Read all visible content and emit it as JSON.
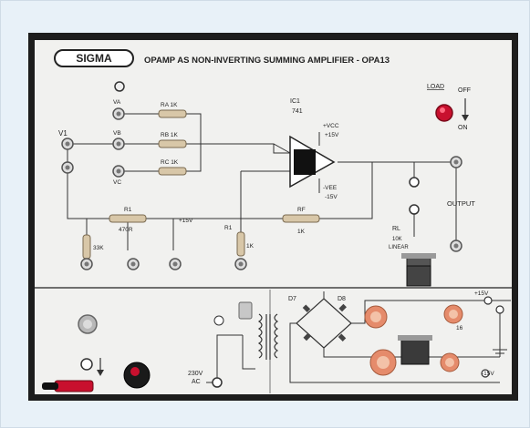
{
  "board": {
    "brand": "SIGMA",
    "title": "OPAMP AS NON-INVERTING SUMMING AMPLIFIER - OPA13"
  },
  "labels": {
    "v1": "V1",
    "va": "VA",
    "vb": "VB",
    "vc": "VC",
    "ra": "RA 1K",
    "rb": "RB 1K",
    "rc": "RC 1K",
    "ic": "IC1",
    "ic_part": "741",
    "vcc": "+VCC",
    "vcc_v": "+15V",
    "vee": "-VEE",
    "vee_v": "-15V",
    "r1": "R1",
    "r1_val": "1K",
    "rf": "RF",
    "rf_val": "1K",
    "r1b": "R1",
    "r1b_val": "470R",
    "plus15": "+15V",
    "r2_val": "33K",
    "load": "LOAD",
    "off": "OFF",
    "on": "ON",
    "output": "OUTPUT",
    "rl": "RL",
    "rl_val1": "10K",
    "rl_val2": "LINEAR",
    "d7": "D7",
    "d8": "D8",
    "mains": "230V",
    "mains_ac": "AC",
    "psu_p15": "+15V",
    "psu_m15": "-15V",
    "c16": "16"
  },
  "colors": {
    "panel": "#f1f1ef",
    "board_edge": "#1d1d1d",
    "frame": "#e8f1f8",
    "switch_red": "#c8102e",
    "capacitor": "#e58b6b"
  }
}
